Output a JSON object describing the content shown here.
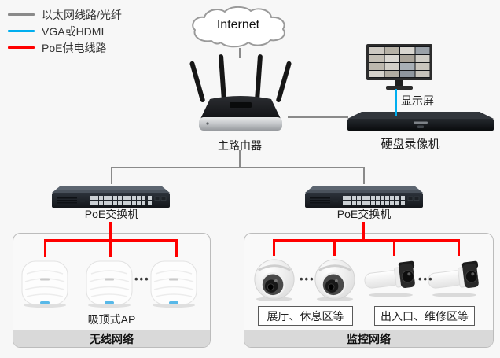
{
  "legend": {
    "items": [
      {
        "id": "ethernet-fiber",
        "label": "以太网线路/光纤",
        "color": "#8a8a8a"
      },
      {
        "id": "vga-hdmi",
        "label": "VGA或HDMI",
        "color": "#00aeef"
      },
      {
        "id": "poe-power",
        "label": "PoE供电线路",
        "color": "#ff0000"
      }
    ]
  },
  "nodes": {
    "internet": {
      "label": "Internet"
    },
    "router": {
      "label": "主路由器"
    },
    "display": {
      "label": "显示屏"
    },
    "nvr": {
      "label": "硬盘录像机"
    },
    "poe_switch_left": {
      "label": "PoE交换机"
    },
    "poe_switch_right": {
      "label": "PoE交换机"
    },
    "ceiling_ap": {
      "label": "吸顶式AP"
    },
    "dome_area": {
      "label": "展厅、休息区等"
    },
    "bullet_area": {
      "label": "出入口、维修区等"
    }
  },
  "zones": {
    "wireless": {
      "title": "无线网络"
    },
    "surveillance": {
      "title": "监控网络"
    }
  },
  "ellipsis": "•••"
}
